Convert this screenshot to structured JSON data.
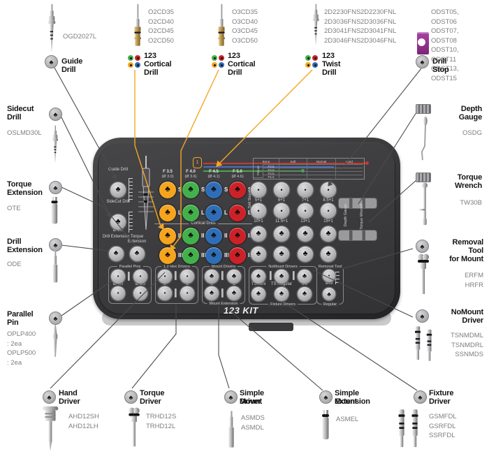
{
  "colors": {
    "columns": [
      "#F7A41D",
      "#43B14B",
      "#2F6EB6",
      "#CD2128"
    ],
    "line_orange": "#F5A623",
    "line_dark": "#4b4b4d",
    "purple": "#8F2F8B"
  },
  "callouts": {
    "guide_drill": {
      "label": "Guide Drill",
      "codes": [
        "OGD2027L"
      ]
    },
    "cortical_drill_2": {
      "label1": "123",
      "label2": "Cortical Drill",
      "codes": [
        "O2CD35",
        "O2CD40",
        "O2CD45",
        "O2CD50"
      ]
    },
    "cortical_drill_3": {
      "label1": "123",
      "label2": "Cortical Drill",
      "codes": [
        "O3CD35",
        "O3CD40",
        "O3CD45",
        "O3CD50"
      ]
    },
    "twist_drill": {
      "label1": "123",
      "label2": "Twist Drill",
      "codes_left": [
        "2D2230FNS",
        "2D3036FNS",
        "2D3041FNS",
        "2D3046FNS"
      ],
      "codes_right": [
        "2D2230FNL",
        "2D3036FNL",
        "2D3041FNL",
        "2D3046FNL"
      ]
    },
    "drill_stop": {
      "label": "Drill Stop",
      "codes": [
        "ODST05, ODST06",
        "ODST07, ODST08",
        "ODST10, ODST11",
        "ODST13, ODST15"
      ]
    },
    "sidecut_drill": {
      "label1": "Sidecut",
      "label2": "Drill",
      "codes": [
        "OSLMD30L"
      ]
    },
    "torque_extension": {
      "label1": "Torque",
      "label2": "Extension",
      "codes": [
        "OTE"
      ]
    },
    "drill_extension": {
      "label1": "Drill",
      "label2": "Extension",
      "codes": [
        "ODE"
      ]
    },
    "parallel_pin": {
      "label1": "Parallel",
      "label2": "Pin",
      "codes": [
        "OPLP400 : 2ea",
        "OPLP500 : 2ea"
      ]
    },
    "depth_gauge": {
      "label1": "Depth",
      "label2": "Gauge",
      "codes": [
        "OSDG"
      ]
    },
    "torque_wrench": {
      "label1": "Torque",
      "label2": "Wrench",
      "codes": [
        "TW30B"
      ]
    },
    "removal_tool": {
      "label1": "Removal",
      "label2": "Tool",
      "label3": "for Mount",
      "codes": [
        "ERFM",
        "HRFR"
      ]
    },
    "nomount_driver": {
      "label1": "NoMount",
      "label2": "Driver",
      "codes": [
        "TSNMDML",
        "TSNMDRL",
        "SSNMDS"
      ]
    },
    "hand_driver": {
      "label1": "Hand",
      "label2": "Driver",
      "codes": [
        "AHD12SH",
        "AHD12LH"
      ]
    },
    "torque_driver": {
      "label1": "Torque",
      "label2": "Driver",
      "codes": [
        "TRHD12S",
        "TRHD12L"
      ]
    },
    "simple_mount_driver": {
      "label1": "Simple Mount",
      "label2": "Driver",
      "codes": [
        "ASMDS",
        "ASMDL"
      ]
    },
    "simple_mount_extension": {
      "label1": "Simple Mount",
      "label2": "Extension",
      "codes": [
        "ASMEL"
      ]
    },
    "fixture_driver": {
      "label1": "Fixture",
      "label2": "Driver",
      "codes": [
        "GSMFDL",
        "GSRFDL",
        "SSRFDL"
      ]
    }
  },
  "tray": {
    "kit_title": "123 KIT",
    "badge": "1",
    "slots_left": {
      "guide": "Guide Drill",
      "sidecut": "SideCut Drill",
      "sidecut_dia": "Ø 3.0",
      "drill_ext": "Drill Extension",
      "torque_ext": "Torque Extension"
    },
    "columns": [
      {
        "size": "F 3.5",
        "dia": "(Ø 3.0)"
      },
      {
        "size": "F 4.0",
        "dia": "(Ø 3.6)"
      },
      {
        "size": "F 4.5",
        "dia": "(Ø 4.1)"
      },
      {
        "size": "F 5.0",
        "dia": "(Ø 4.6)"
      }
    ],
    "row_labels": [
      "S",
      "L",
      "II",
      "III"
    ],
    "cortical_header": "Cortical Drills",
    "drill_stops_label": "Drill Stops",
    "stop_labels": [
      [
        "5+1",
        "6+1",
        "7+1",
        "8.5+1"
      ],
      [
        "10+1",
        "11.5+1",
        "13+1",
        "15+1"
      ]
    ],
    "bone_table": {
      "col_headers": [
        "Bone",
        "Soft",
        "Normal",
        "Hard"
      ],
      "row_group": "Fixture",
      "row_labels": [
        "F3.5",
        "F4.0",
        "F4.5",
        "F5.0"
      ]
    },
    "sections": {
      "parallel_pins": {
        "title": "Parallel Pins",
        "labels": [
          "Ø 4.0",
          "Ø 5.0"
        ]
      },
      "hex_drivers": {
        "title": "1.2 Hex Drivers",
        "labels": [
          "S",
          "L"
        ]
      },
      "mount_drivers": {
        "title": "Mount Drivers",
        "labels": [
          "S",
          "L"
        ],
        "footer": "Mount Extension"
      },
      "nomount_drivers": {
        "title": "NoMount Drivers",
        "labels": [
          "TS Mini",
          "TS Regular",
          "SS"
        ],
        "footer": "Fixture Drivers"
      },
      "removal_tool": {
        "title": "Removal Tool",
        "labels": [
          "Mini",
          "Regular"
        ]
      }
    },
    "depth_gauge_slot": "Depth Gauge",
    "torque_wrench_slot": "Torque Wrench"
  }
}
